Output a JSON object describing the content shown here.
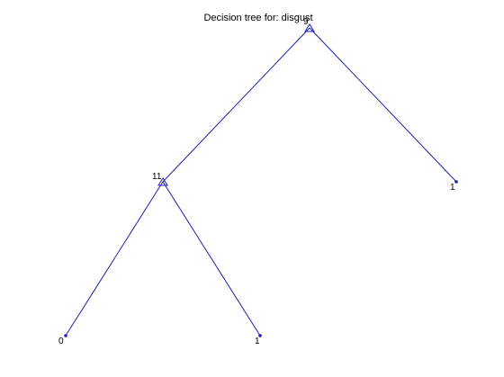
{
  "title": "Decision tree for: disgust",
  "colors": {
    "line": "#1f1fa8",
    "text": "#000000",
    "background": "#ffffff"
  },
  "tree": {
    "root": {
      "label": "9"
    },
    "split_left": {
      "label": "11"
    },
    "leaf_right": {
      "label": "1"
    },
    "leaf_left_left": {
      "label": "0"
    },
    "leaf_left_right": {
      "label": "1"
    }
  }
}
